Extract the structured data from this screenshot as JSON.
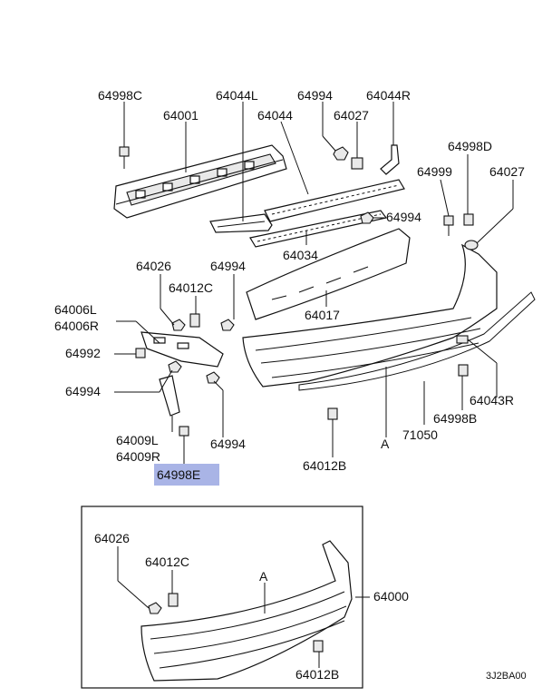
{
  "accent_color": "#a9b4e6",
  "highlighted_part": "64998E",
  "labels": {
    "p64998C": "64998C",
    "p64001": "64001",
    "p64044L": "64044L",
    "p64044": "64044",
    "p64994_top": "64994",
    "p64044R": "64044R",
    "p64027_top": "64027",
    "p64998D": "64998D",
    "p64999": "64999",
    "p64027_right": "64027",
    "p64994_mid": "64994",
    "p64034": "64034",
    "p64026": "64026",
    "p64994_left": "64994",
    "p64012C": "64012C",
    "p64017": "64017",
    "p64006L": "64006L",
    "p64006R": "64006R",
    "p64992": "64992",
    "p64994_low": "64994",
    "p64043R": "64043R",
    "p64998B": "64998B",
    "p64009L": "64009L",
    "p64009R": "64009R",
    "p64994_bottom": "64994",
    "p71050": "71050",
    "refA": "A",
    "p64012B": "64012B",
    "p64998E": "64998E",
    "inset_64026": "64026",
    "inset_64012C": "64012C",
    "inset_refA": "A",
    "inset_64000": "64000",
    "inset_64012B": "64012B",
    "diagram_code": "3J2BA00"
  }
}
